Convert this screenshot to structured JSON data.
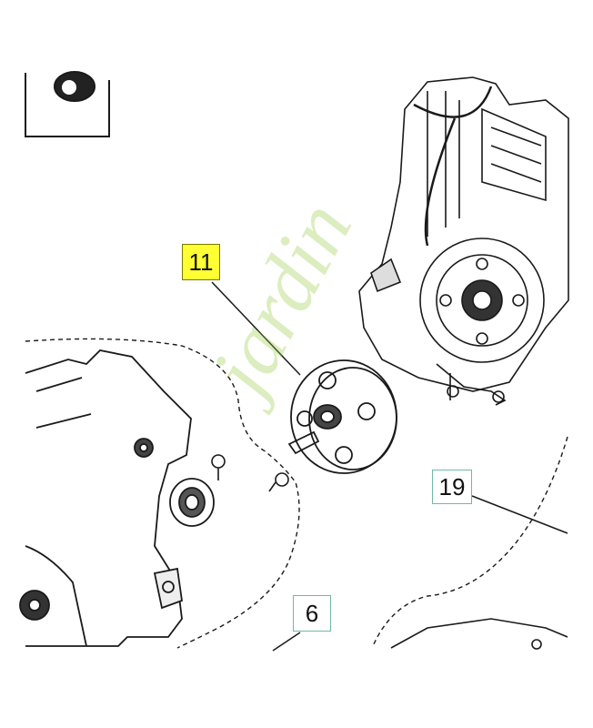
{
  "diagram": {
    "callouts": [
      {
        "id": "11",
        "label": "11",
        "fill": "#ffff33"
      },
      {
        "id": "19",
        "label": "19",
        "fill": "#ffffff"
      },
      {
        "id": "6",
        "label": "6",
        "fill": "#ffffff"
      }
    ],
    "watermark": "jardin",
    "colors": {
      "line": "#1a1a1a",
      "watermark": "#96c83c",
      "highlight": "#ffff33",
      "callout_border": "#6fb9a6"
    }
  }
}
